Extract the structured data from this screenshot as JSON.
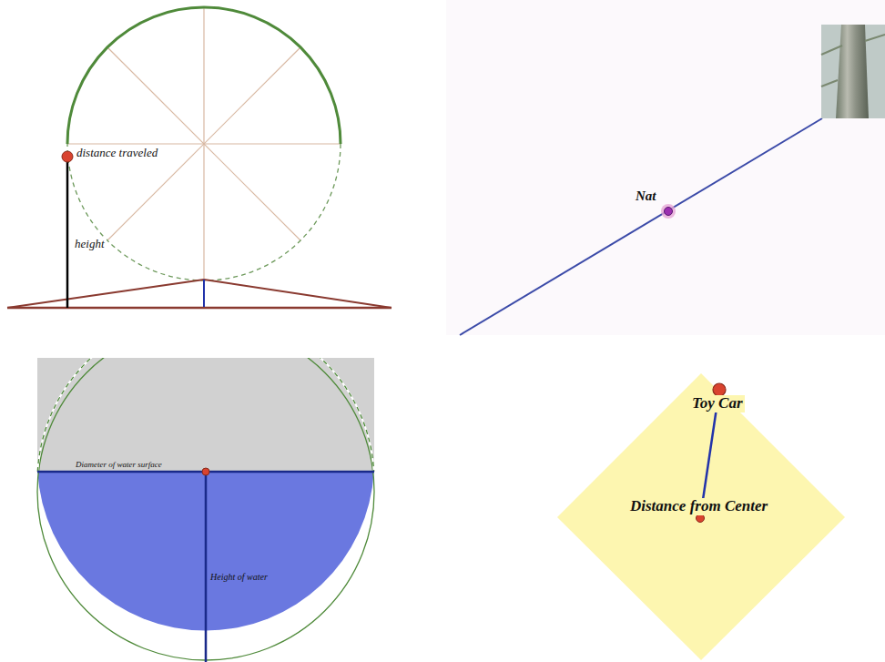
{
  "diagram": {
    "labels": [
      "distance traveled",
      "height",
      "Nat",
      "Diameter of water surface",
      "Height of water",
      "Toy Car",
      "Distance from Center"
    ]
  }
}
